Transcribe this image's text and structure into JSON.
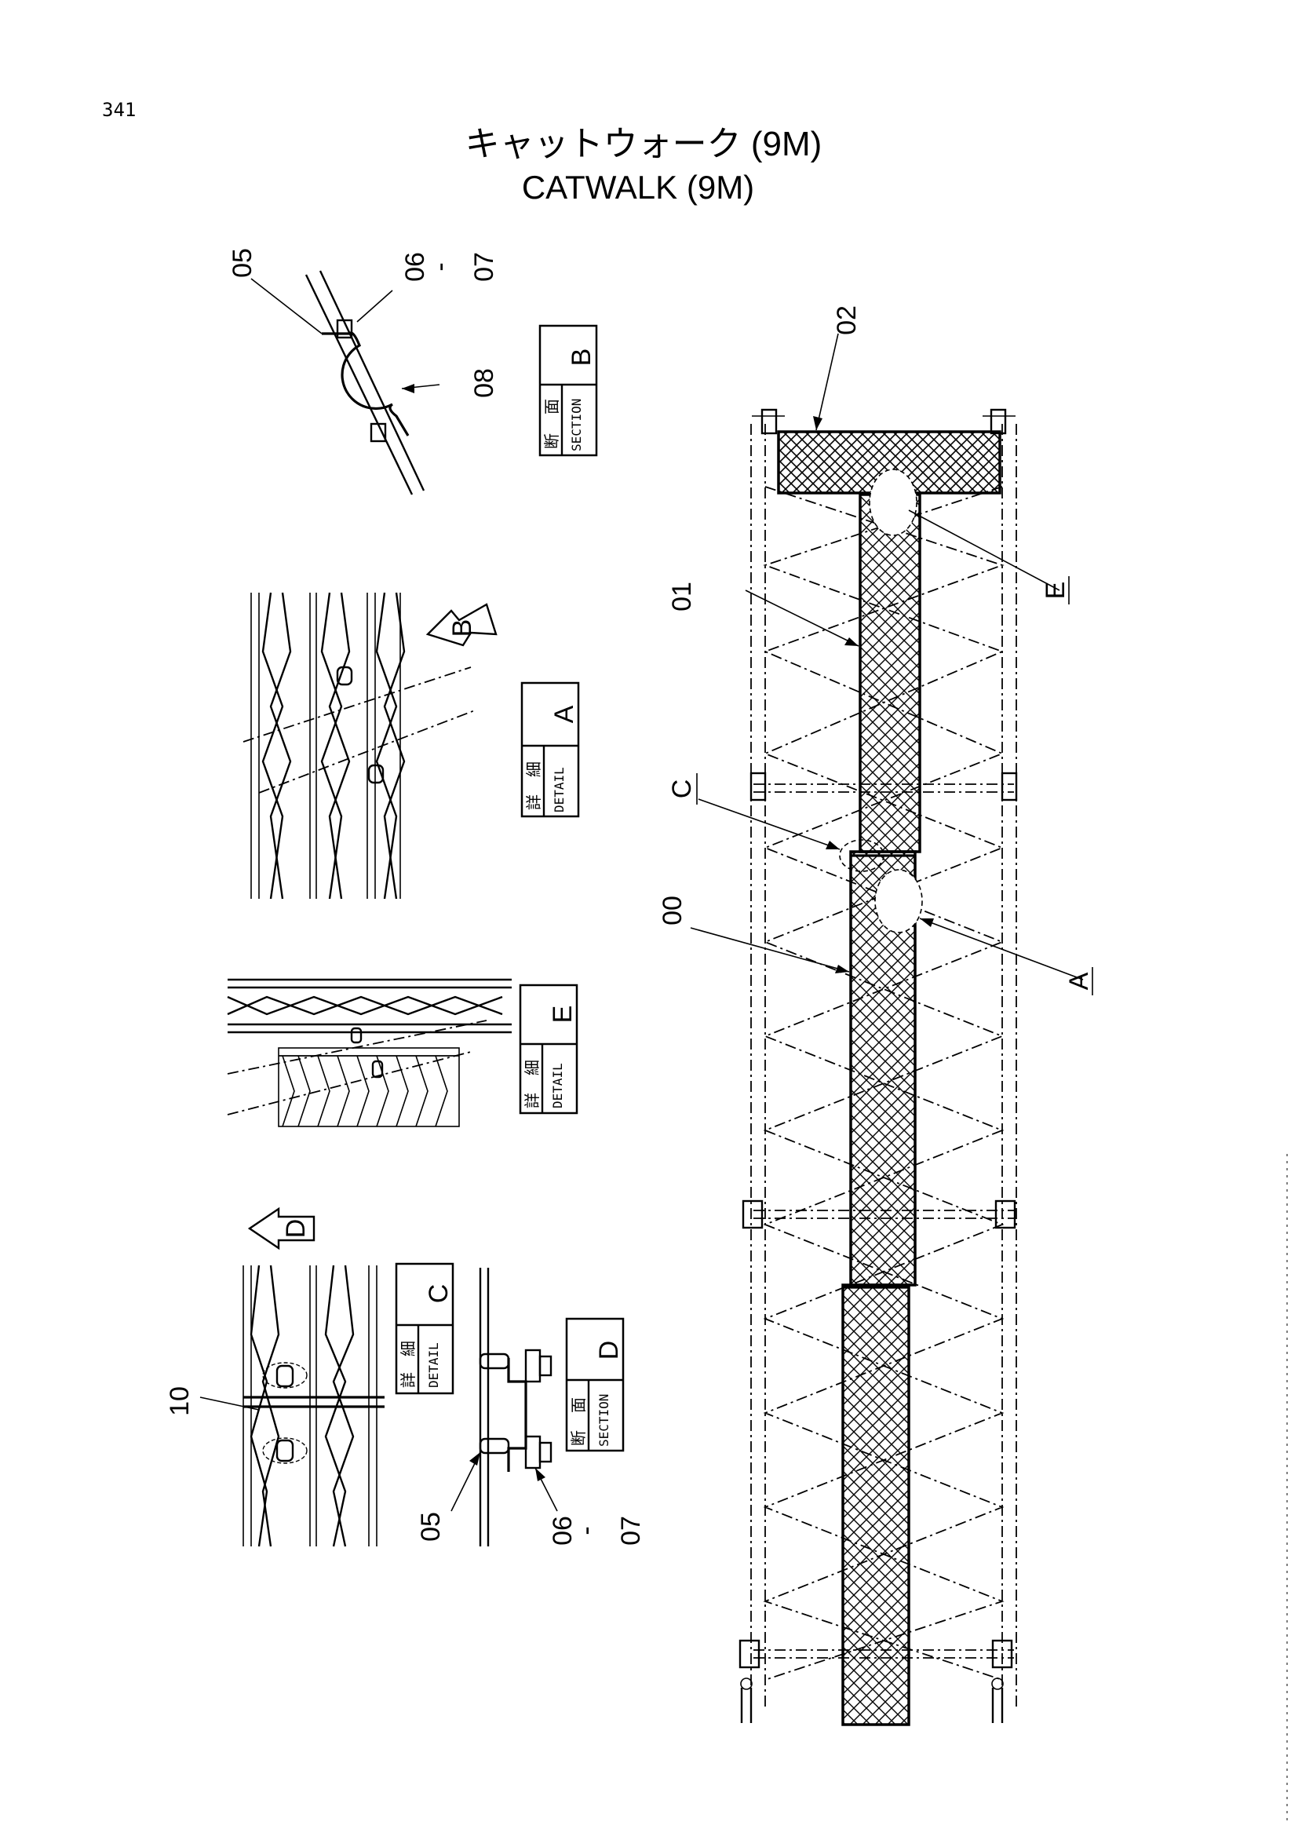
{
  "page_number": "341",
  "title_jp": "キャットウォーク (9M)",
  "title_en": "CATWALK (9M)",
  "part_labels": {
    "p00": "00",
    "p01": "01",
    "p02": "02",
    "p05_b": "05",
    "p06_b": "06",
    "p07_b": "07",
    "p08": "08",
    "p10": "10",
    "p05_d": "05",
    "p06_d": "06",
    "p07_d": "07",
    "range_dash": "-"
  },
  "callout_letters": {
    "A": "A",
    "C": "C",
    "E": "E",
    "B_arrow": "B",
    "D_arrow": "D"
  },
  "view_boxes": {
    "section_b": {
      "jp1": "断",
      "jp2": "面",
      "en": "SECTION",
      "letter": "B"
    },
    "detail_a": {
      "jp1": "詳",
      "jp2": "細",
      "en": "DETAIL",
      "letter": "A"
    },
    "detail_e": {
      "jp1": "詳",
      "jp2": "細",
      "en": "DETAIL",
      "letter": "E"
    },
    "detail_c": {
      "jp1": "詳",
      "jp2": "細",
      "en": "DETAIL",
      "letter": "C"
    },
    "section_d": {
      "jp1": "断",
      "jp2": "面",
      "en": "SECTION",
      "letter": "D"
    }
  }
}
